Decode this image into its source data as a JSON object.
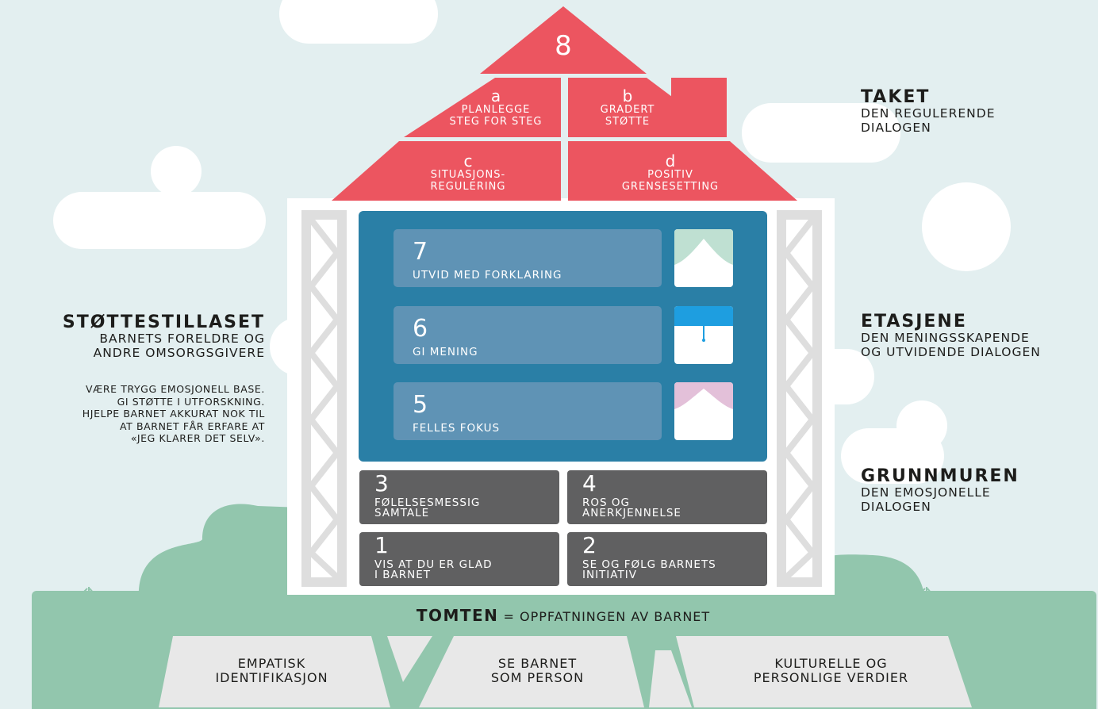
{
  "roof": {
    "top_number": "8",
    "cells": [
      {
        "letter": "a",
        "label": "PLANLEGGE\nSTEG FOR STEG"
      },
      {
        "letter": "b",
        "label": "GRADERT\nSTØTTE"
      },
      {
        "letter": "c",
        "label": "SITUASJONS-\nREGULERING"
      },
      {
        "letter": "d",
        "label": "POSITIV\nGRENSESETTING"
      }
    ]
  },
  "floors": [
    {
      "number": "7",
      "label": "UTVID MED FORKLARING"
    },
    {
      "number": "6",
      "label": "GI MENING"
    },
    {
      "number": "5",
      "label": "FELLES FOKUS"
    }
  ],
  "foundation": [
    {
      "number": "3",
      "label": "FØLELSESMESSIG\nSAMTALE"
    },
    {
      "number": "4",
      "label": "ROS OG\nANERKJENNELSE"
    },
    {
      "number": "1",
      "label": "VIS AT DU ER GLAD\nI BARNET"
    },
    {
      "number": "2",
      "label": "SE OG FØLG BARNETS\nINITIATIV"
    }
  ],
  "right_labels": [
    {
      "title": "TAKET",
      "subtitle": "DEN REGULERENDE\nDIALOGEN"
    },
    {
      "title": "ETASJENE",
      "subtitle": "DEN MENINGSSKAPENDE\nOG UTVIDENDE DIALOGEN"
    },
    {
      "title": "GRUNNMUREN",
      "subtitle": "DEN EMOSJONELLE\nDIALOGEN"
    }
  ],
  "left_label": {
    "title": "STØTTESTILLASET",
    "subtitle": "BARNETS FORELDRE OG\nANDRE OMSORGSGIVERE",
    "note": "VÆRE TRYGG EMOSJONELL BASE.\nGI STØTTE I UTFORSKNING.\nHJELPE BARNET AKKURAT NOK TIL\nAT BARNET FÅR ERFARE AT\n«JEG KLARER DET SELV»."
  },
  "ground": {
    "title_bold": "TOMTEN",
    "title_rest": " = OPPFATNINGEN AV BARNET",
    "stones": [
      "EMPATISK\nIDENTIFIKASJON",
      "SE BARNET\nSOM PERSON",
      "KULTURELLE OG\nPERSONLIGE VERDIER"
    ]
  },
  "colors": {
    "roof": "#ec5560",
    "floors_frame": "#2a7fa6",
    "floor_card": "#5f93b5",
    "foundation": "#606061",
    "ground": "#92c6ad",
    "sky": "#e3eff0",
    "scaffold": "#dedede",
    "stone": "#e8e8e8"
  },
  "window_curtain_colors": [
    "#bfe0d2",
    "#1e9ee0",
    "#e3c0d9"
  ]
}
